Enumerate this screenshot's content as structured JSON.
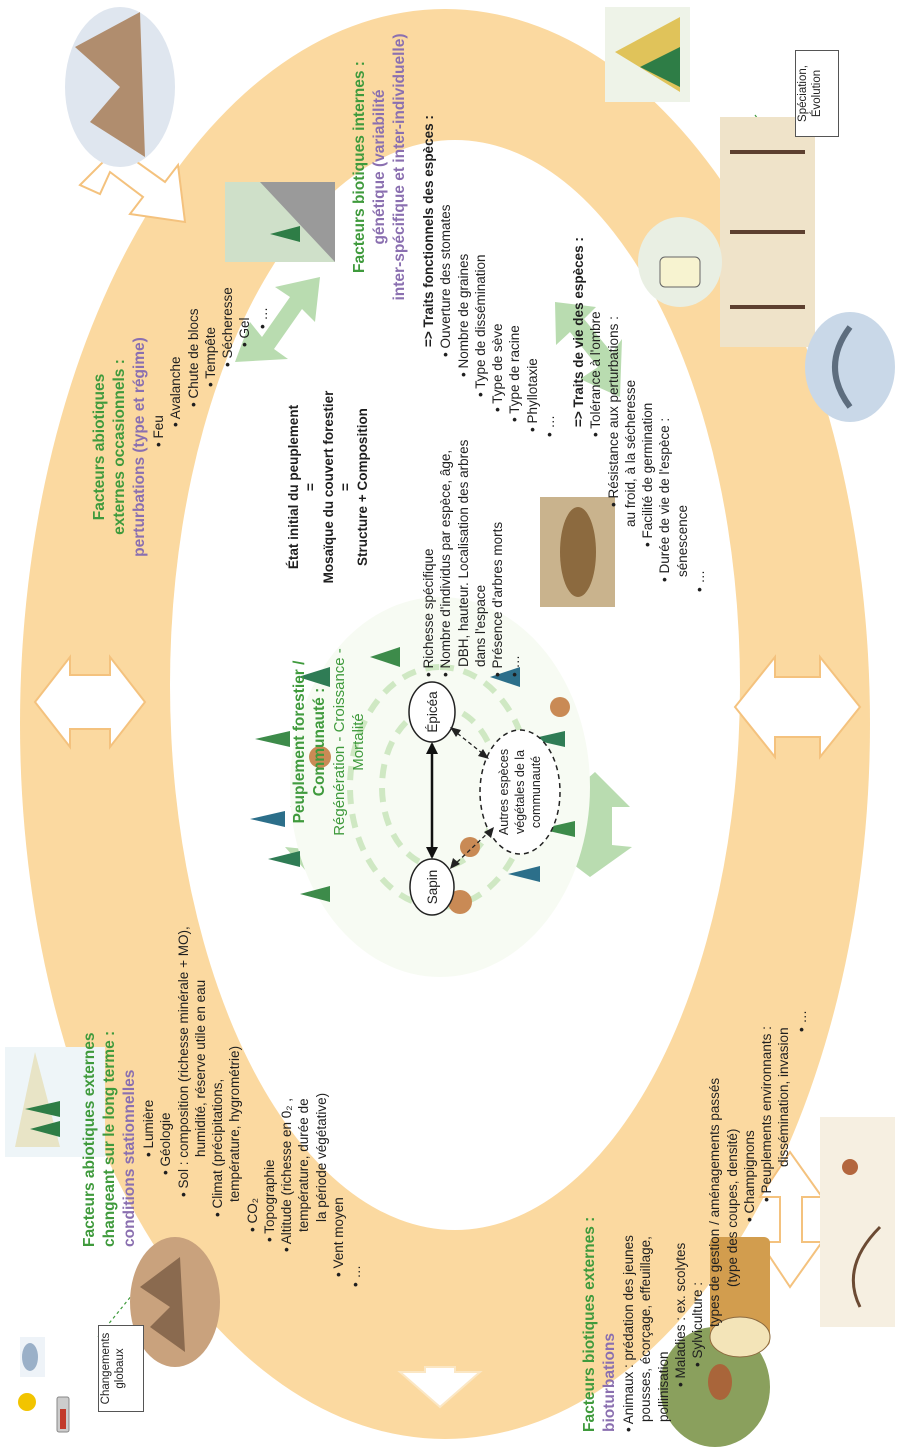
{
  "center": {
    "title_line1": "Peuplement forestier /",
    "title_line2": "Communauté :",
    "subtitle_line1": "Régénération - Croissance -",
    "subtitle_line2": "Mortalité",
    "node_sapin": "Sapin",
    "node_epicea": "Épicéa",
    "node_autres_line1": "Autres espèces",
    "node_autres_line2": "végétales de la",
    "node_autres_line3": "communauté"
  },
  "etat": {
    "line1": "État initial du peuplement",
    "eq1": "=",
    "line2": "Mosaïque du couvert forestier",
    "eq2": "=",
    "line3": "Structure + Composition",
    "items": [
      "• Richesse spécifique",
      "• Nombre d'individus par espèce, âge,",
      "  DBH, hauteur. Localisation des arbres",
      "  dans l'espace",
      "• Présence d'arbres morts",
      "• …"
    ]
  },
  "abiotic_long": {
    "title_line1": "Facteurs abiotiques externes",
    "title_line2": "changeant sur le long terme :",
    "subtitle": "conditions stationnelles",
    "items": [
      "• Lumière",
      "• Géologie",
      "• Sol : composition (richesse minérale + MO),",
      "humidité, réserve utile en eau",
      "• Climat (précipitations,",
      "température, hygrométrie)",
      "• CO₂",
      "• Topographie",
      "• Altitude (richesse en 0₂ ,",
      "température, durée de",
      "la période végétative)",
      "• Vent moyen",
      "• …"
    ]
  },
  "abiotic_occ": {
    "title_line1": "Facteurs abiotiques",
    "title_line2": "externes occasionnels :",
    "subtitle": "perturbations (type et régime)",
    "items": [
      "• Feu",
      "• Avalanche",
      "• Chute de blocs",
      "• Tempête",
      "• Sécheresse",
      "• Gel",
      "• …"
    ]
  },
  "biotic_ext": {
    "title_line1": "Facteurs biotiques externes :",
    "subtitle": "bioturbations",
    "items": [
      "• Animaux : prédation des jeunes",
      "pousses, écorçage, effeuillage,",
      "pollinisation",
      "• Maladies : ex. scolytes",
      "• Sylviculture :",
      "types de gestion / aménagements passés",
      "(type des coupes, densité)",
      "• Champignons",
      "• Peuplements environnants :",
      "dissémination, invasion",
      "• …"
    ]
  },
  "biotic_int": {
    "title_line1": "Facteurs biotiques internes :",
    "subtitle_line1": "génétique (variabilité",
    "subtitle_line2": "inter-spécifique et inter-individuelle)",
    "traits_fonc": "=> Traits fonctionnels des espèces :",
    "fonc_items": [
      "• Ouverture des stomates",
      "• Nombre de graines",
      "• Type de dissémination",
      "• Type de sève",
      "• Type de racine",
      "• Phyllotaxie",
      "• …"
    ],
    "traits_vie": "=> Traits de vie des espèces :",
    "vie_items": [
      "• Tolérance à l'ombre",
      "• Résistance aux perturbations :",
      "au froid, à la sécheresse",
      "• Facilité de germination",
      "• Durée de vie de l'espèce :",
      "sénescence",
      "• …"
    ]
  },
  "notes": {
    "changements_line1": "Changements",
    "changements_line2": "globaux",
    "speciation_line1": "Spéciation,",
    "speciation_line2": "Évolution"
  },
  "colors": {
    "ring": "#fbd9a0",
    "green_text": "#3f9a3c",
    "purple_text": "#8a6fb0",
    "arrow_green": "#b9dcb0"
  }
}
